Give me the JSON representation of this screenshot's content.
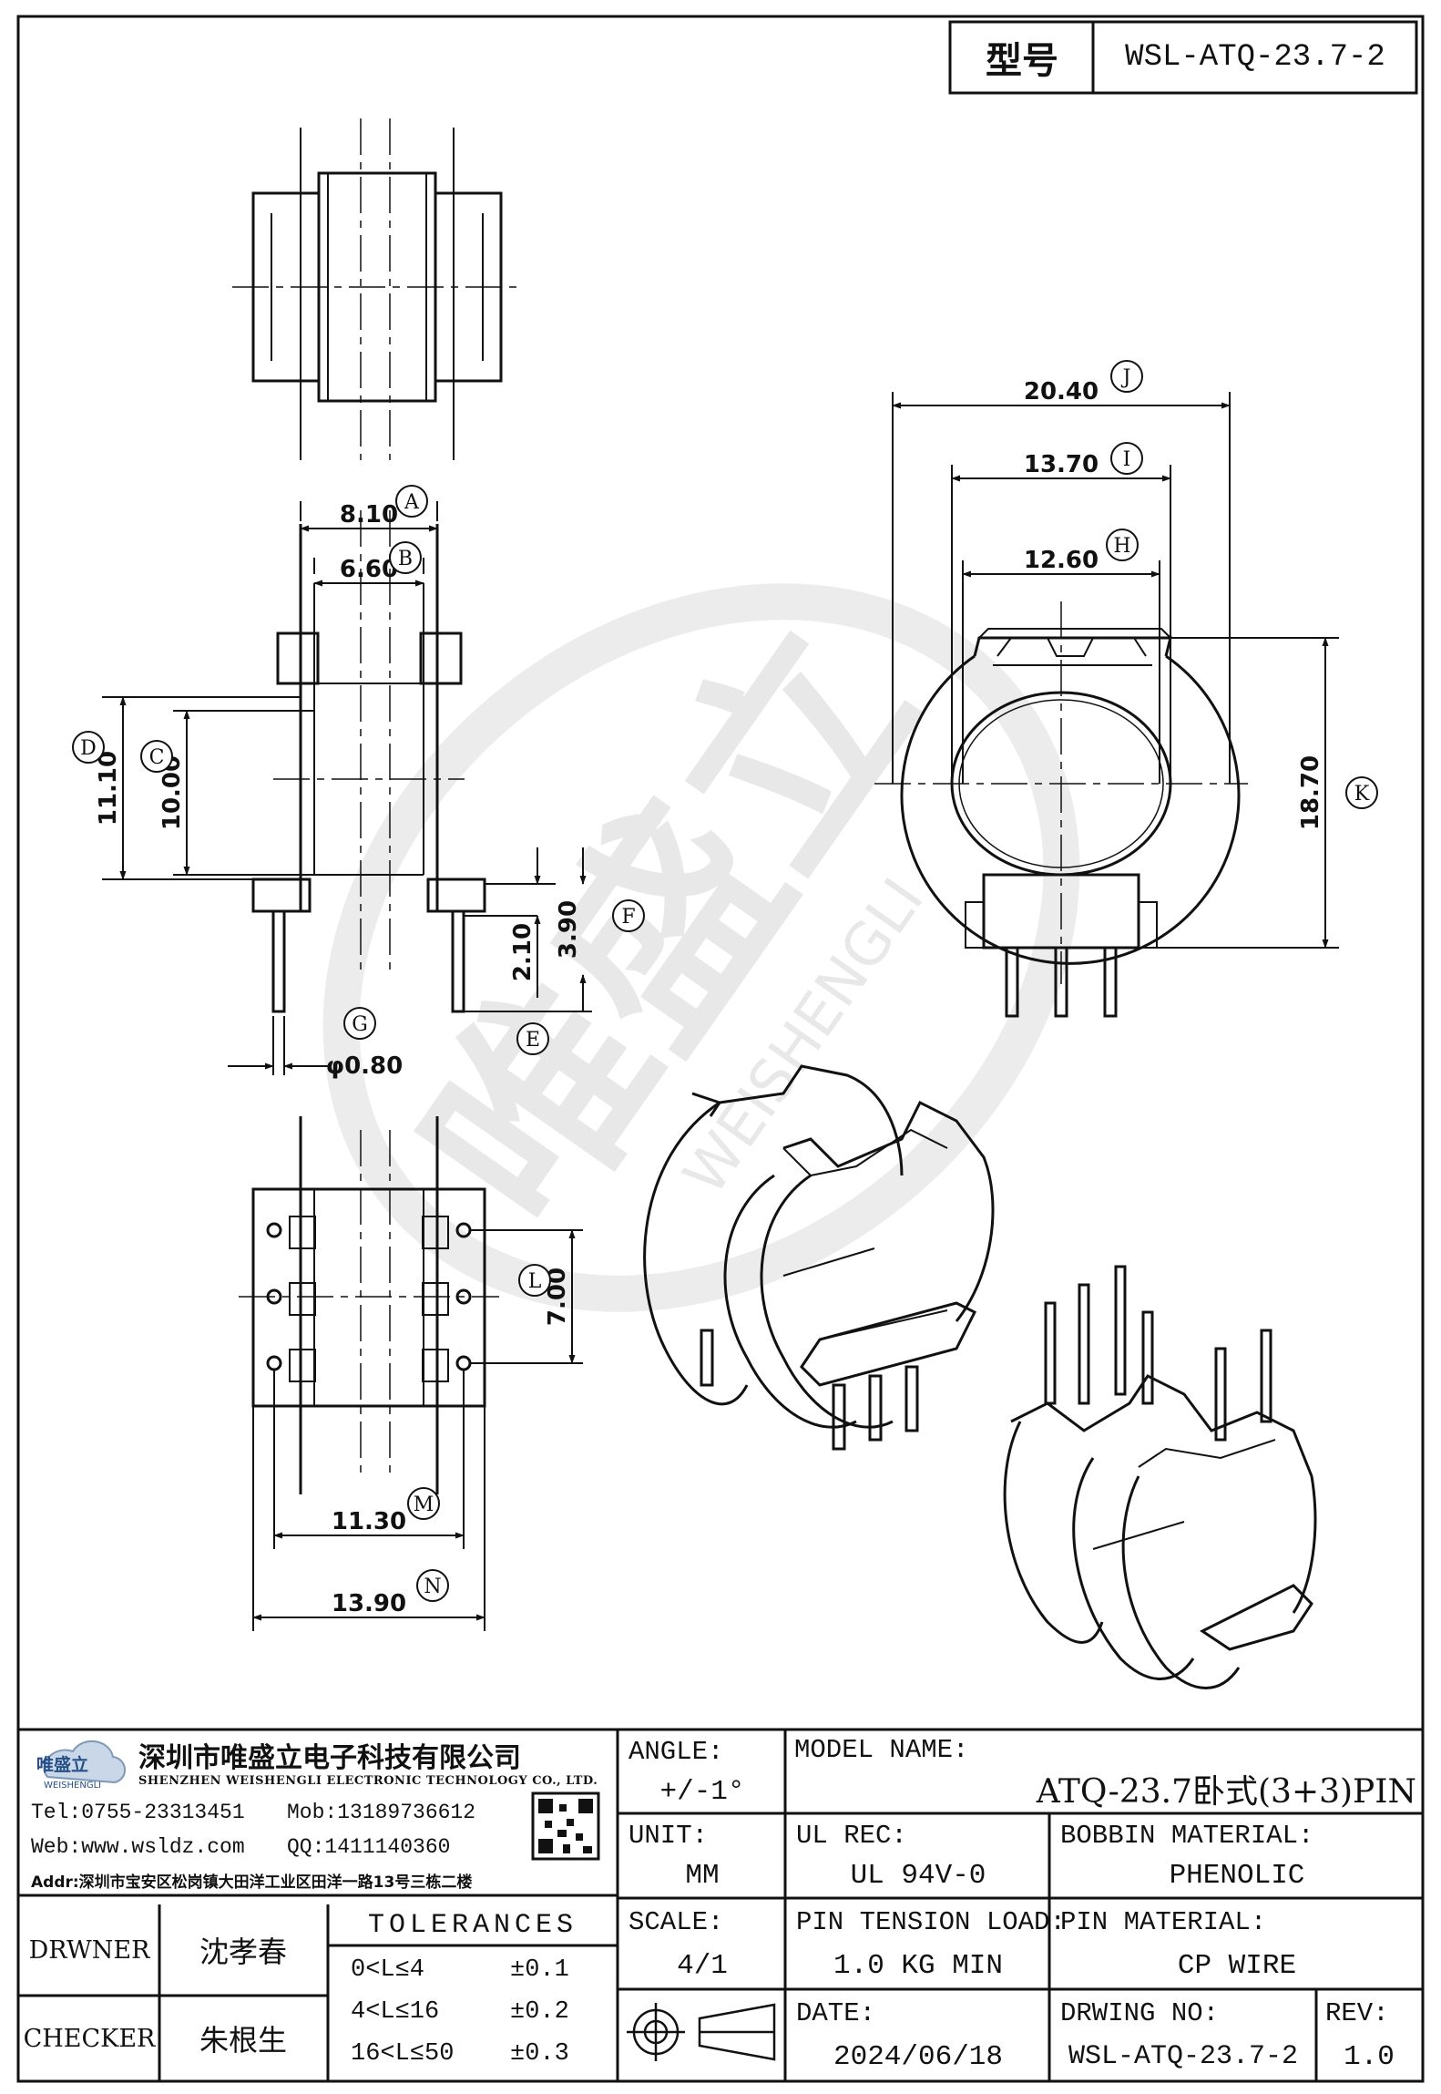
{
  "header": {
    "type_label": "型号",
    "part_number": "WSL-ATQ-23.7-2"
  },
  "watermark": {
    "brand": "唯盛立",
    "pinyin": "WEISHENGLI"
  },
  "dimensions": {
    "A": "8.10",
    "B": "6.60",
    "C": "10.00",
    "D": "11.10",
    "E": "2.10",
    "F": "3.90",
    "G": "φ0.80",
    "H": "12.60",
    "I": "13.70",
    "J": "20.40",
    "K": "18.70",
    "L": "7.00",
    "M": "11.30",
    "N": "13.90"
  },
  "callouts": [
    "A",
    "B",
    "C",
    "D",
    "E",
    "F",
    "G",
    "H",
    "I",
    "J",
    "K",
    "L",
    "M",
    "N"
  ],
  "company": {
    "logo_text": "唯盛立",
    "logo_sub": "WEISHENGLI",
    "name_cn": "深圳市唯盛立电子科技有限公司",
    "name_en": "SHENZHEN WEISHENGLI ELECTRONIC TECHNOLOGY CO., LTD.",
    "tel": "Tel:0755-23313451",
    "mob": "Mob:13189736612",
    "web": "Web:www.wsldz.com",
    "qq": "QQ:1411140360",
    "addr": "Addr:深圳市宝安区松岗镇大田洋工业区田洋一路13号三栋二楼"
  },
  "title_block": {
    "angle_label": "ANGLE:",
    "angle_value": "+/-1°",
    "model_label": "MODEL NAME:",
    "model_value": "ATQ-23.7卧式(3+3)PIN",
    "unit_label": "UNIT:",
    "unit_value": "MM",
    "ul_label": "UL REC:",
    "ul_value": "UL 94V-0",
    "bobbin_label": "BOBBIN MATERIAL:",
    "bobbin_value": "PHENOLIC",
    "scale_label": "SCALE:",
    "scale_value": "4/1",
    "tension_label": "PIN TENSION LOAD:",
    "tension_value": "1.0 KG MIN",
    "pin_label": "PIN MATERIAL:",
    "pin_value": "CP WIRE",
    "date_label": "DATE:",
    "date_value": "2024/06/18",
    "dwg_label": "DRWING NO:",
    "dwg_value": "WSL-ATQ-23.7-2",
    "rev_label": "REV:",
    "rev_value": "1.0",
    "drawer_label": "DRWNER",
    "drawer_value": "沈孝春",
    "checker_label": "CHECKER",
    "checker_value": "朱根生",
    "tolerances_label": "TOLERANCES",
    "tolerances": [
      {
        "range": "0<L≤4",
        "value": "±0.1"
      },
      {
        "range": "4<L≤16",
        "value": "±0.2"
      },
      {
        "range": "16<L≤50",
        "value": "±0.3"
      }
    ]
  }
}
